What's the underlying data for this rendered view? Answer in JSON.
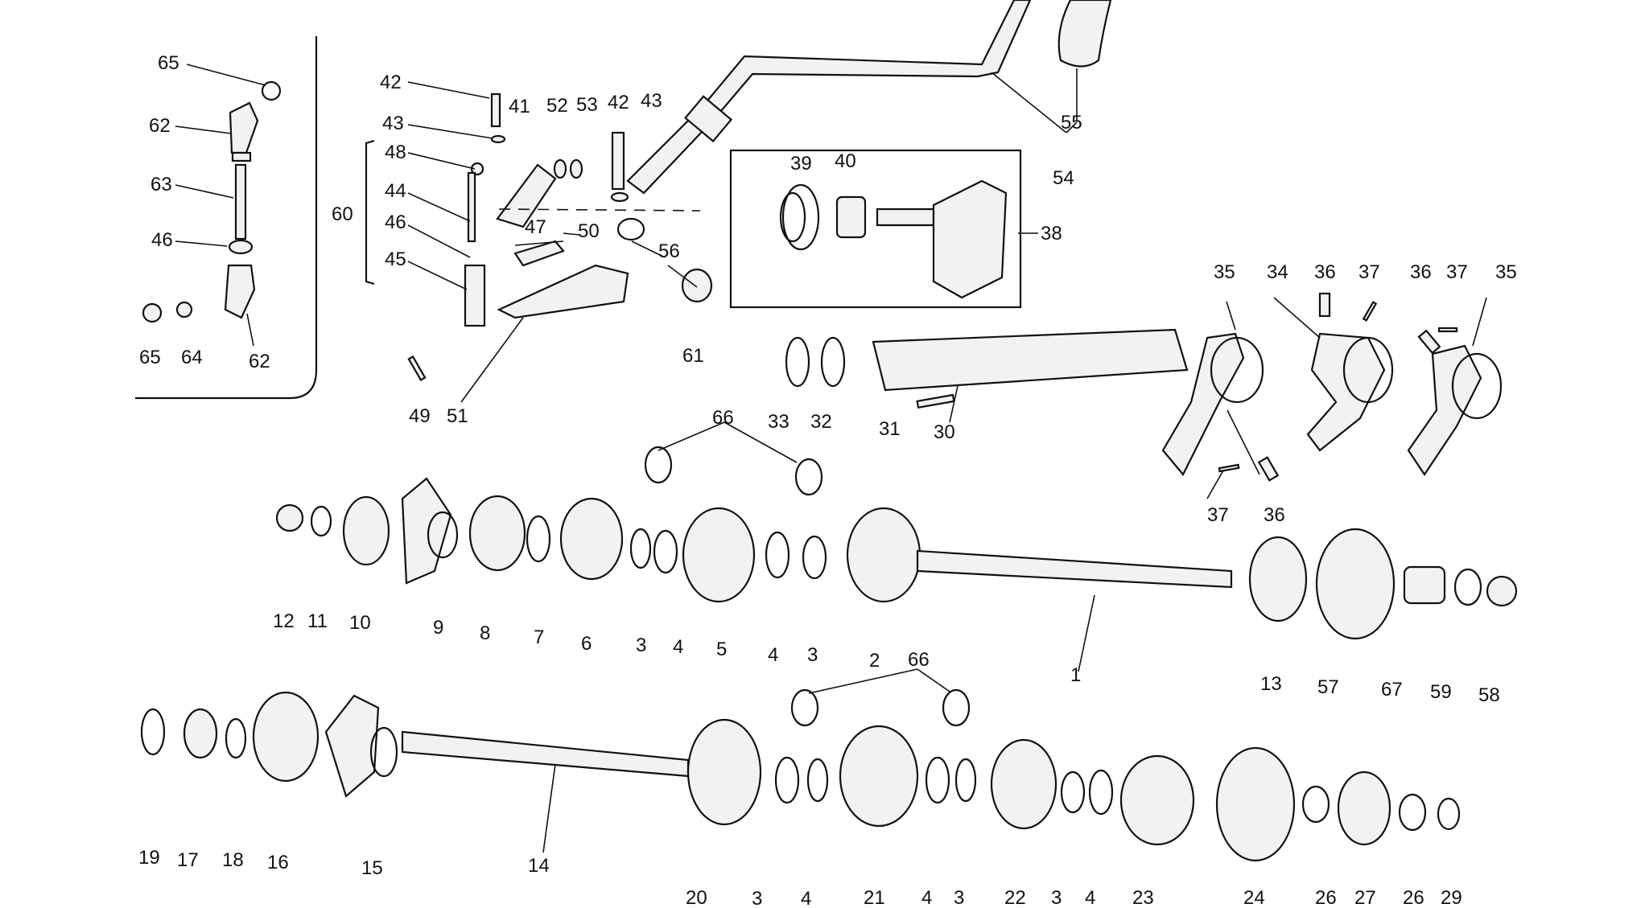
{
  "labels": {
    "65": "65",
    "62": "62",
    "63": "63",
    "46": "46",
    "64": "64",
    "42": "42",
    "43": "43",
    "48": "48",
    "44": "44",
    "45": "45",
    "60": "60",
    "41": "41",
    "52": "52",
    "53": "53",
    "47": "47",
    "50": "50",
    "56": "56",
    "61": "61",
    "49": "49",
    "51": "51",
    "39": "39",
    "40": "40",
    "38": "38",
    "55": "55",
    "54": "54",
    "35": "35",
    "34": "34",
    "36": "36",
    "37": "37",
    "33": "33",
    "32": "32",
    "31": "31",
    "30": "30",
    "66": "66",
    "12": "12",
    "11": "11",
    "10": "10",
    "9": "9",
    "8": "8",
    "7": "7",
    "6": "6",
    "3": "3",
    "4": "4",
    "5": "5",
    "2": "2",
    "1": "1",
    "13": "13",
    "57": "57",
    "67": "67",
    "59": "59",
    "58": "58",
    "19": "19",
    "17": "17",
    "18": "18",
    "16": "16",
    "15": "15",
    "14": "14",
    "20": "20",
    "21": "21",
    "22": "22",
    "23": "23",
    "24": "24",
    "26": "26",
    "27": "27",
    "29": "29"
  }
}
